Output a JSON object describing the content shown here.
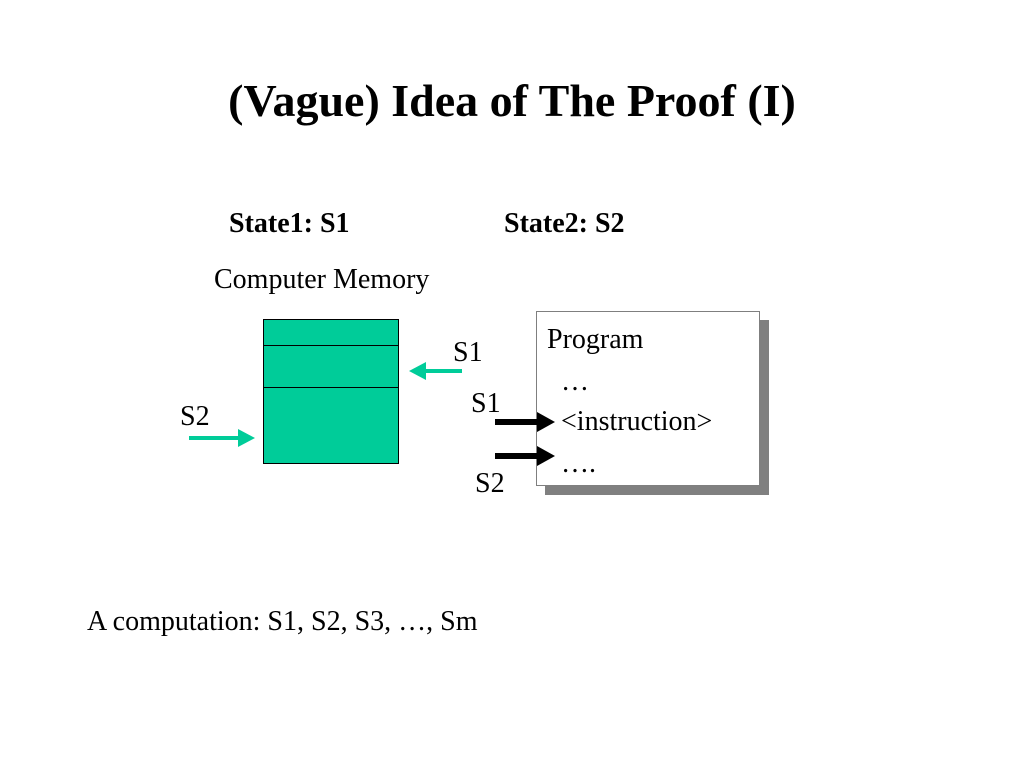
{
  "slide": {
    "title": "(Vague) Idea of The Proof (I)",
    "state1_label": "State1: S1",
    "state2_label": "State2: S2",
    "memory_label": "Computer Memory",
    "memory_in_label": "S1",
    "memory_out_label": "S2",
    "program": {
      "lines": [
        "Program",
        "  …",
        "  <instruction>",
        "  …."
      ]
    },
    "pointer_before_label": "S1",
    "pointer_after_label": "S2",
    "computation": "A computation: S1, S2, S3, …, Sm"
  },
  "colors": {
    "memory_fill": "#00cc99",
    "green_arrow": "#00cc99",
    "black_arrow": "#000000",
    "shadow": "#808080"
  }
}
